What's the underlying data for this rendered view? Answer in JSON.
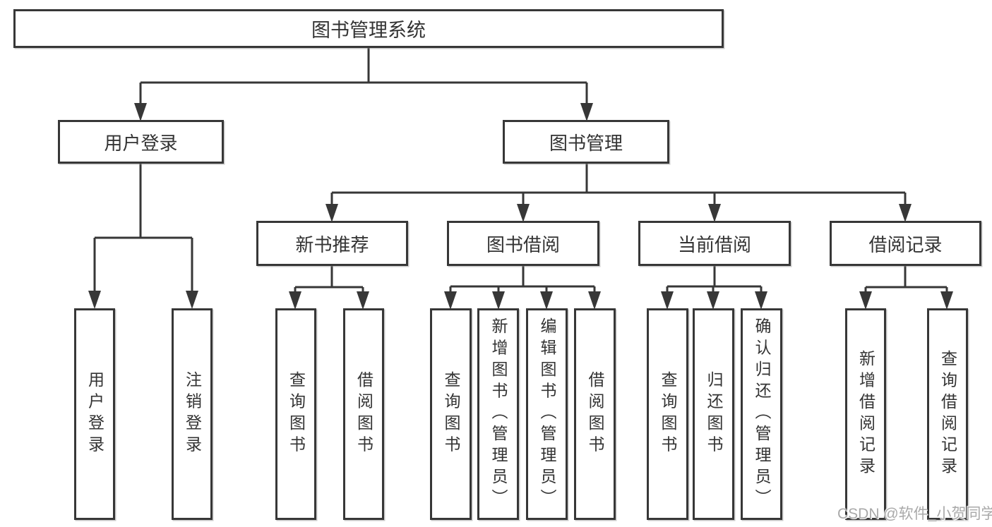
{
  "tree": {
    "label": "图书管理系统",
    "children": [
      {
        "label": "用户登录",
        "children": [
          {
            "label": "用户登录"
          },
          {
            "label": "注销登录"
          }
        ]
      },
      {
        "label": "图书管理",
        "children": [
          {
            "label": "新书推荐",
            "children": [
              {
                "label": "查询图书"
              },
              {
                "label": "借阅图书"
              }
            ]
          },
          {
            "label": "图书借阅",
            "children": [
              {
                "label": "查询图书"
              },
              {
                "label": "新增图书（管理员）"
              },
              {
                "label": "编辑图书（管理员）"
              },
              {
                "label": "借阅图书"
              }
            ]
          },
          {
            "label": "当前借阅",
            "children": [
              {
                "label": "查询图书"
              },
              {
                "label": "归还图书"
              },
              {
                "label": "确认归还（管理员）"
              }
            ]
          },
          {
            "label": "借阅记录",
            "children": [
              {
                "label": "新增借阅记录"
              },
              {
                "label": "查询借阅记录"
              }
            ]
          }
        ]
      }
    ]
  },
  "watermark": {
    "text": "CSDN @软件_小贺同学"
  },
  "colors": {
    "line": "#373737",
    "text": "#333333",
    "watermark": "#a9a9a9",
    "background": "#ffffff"
  }
}
